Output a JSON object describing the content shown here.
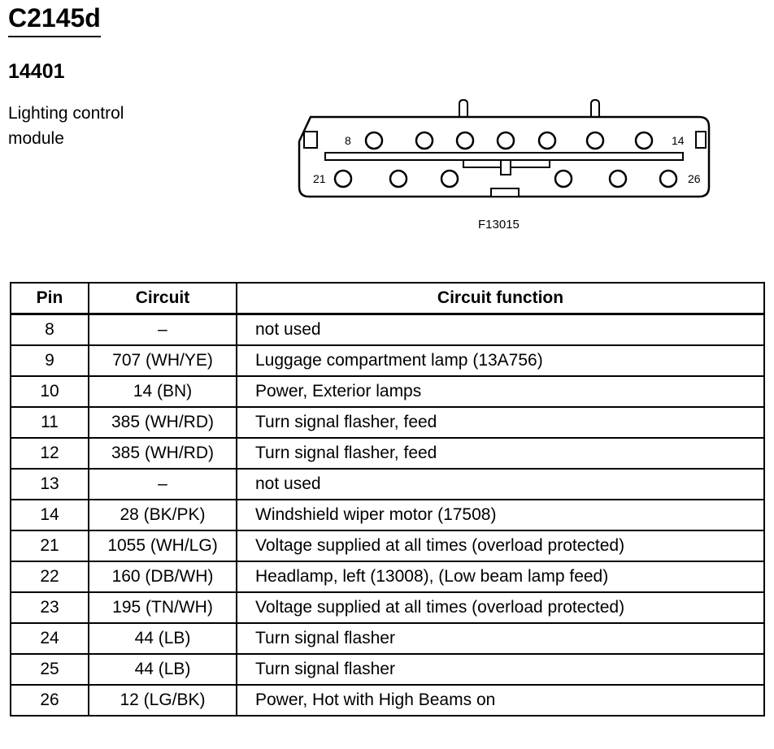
{
  "header": {
    "connector_id": "C2145d",
    "part_number": "14401",
    "description_line1": "Lighting control",
    "description_line2": "module"
  },
  "diagram": {
    "figure_code": "F13015",
    "top_row_first_pin": "8",
    "top_row_last_pin": "14",
    "bottom_row_first_pin": "21",
    "bottom_row_last_pin": "26"
  },
  "table": {
    "headers": [
      "Pin",
      "Circuit",
      "Circuit function"
    ],
    "rows": [
      {
        "pin": "8",
        "circuit": "–",
        "function": "not used"
      },
      {
        "pin": "9",
        "circuit": "707 (WH/YE)",
        "function": "Luggage compartment lamp (13A756)"
      },
      {
        "pin": "10",
        "circuit": "14 (BN)",
        "function": "Power, Exterior lamps"
      },
      {
        "pin": "11",
        "circuit": "385 (WH/RD)",
        "function": "Turn signal flasher, feed"
      },
      {
        "pin": "12",
        "circuit": "385 (WH/RD)",
        "function": "Turn signal flasher, feed"
      },
      {
        "pin": "13",
        "circuit": "–",
        "function": "not used"
      },
      {
        "pin": "14",
        "circuit": "28 (BK/PK)",
        "function": "Windshield wiper motor (17508)"
      },
      {
        "pin": "21",
        "circuit": "1055 (WH/LG)",
        "function": "Voltage supplied at all times (overload protected)"
      },
      {
        "pin": "22",
        "circuit": "160 (DB/WH)",
        "function": "Headlamp, left (13008), (Low beam lamp feed)"
      },
      {
        "pin": "23",
        "circuit": "195 (TN/WH)",
        "function": "Voltage supplied at all times (overload protected)"
      },
      {
        "pin": "24",
        "circuit": "44 (LB)",
        "function": "Turn signal flasher"
      },
      {
        "pin": "25",
        "circuit": "44 (LB)",
        "function": "Turn signal flasher"
      },
      {
        "pin": "26",
        "circuit": "12 (LG/BK)",
        "function": "Power, Hot with High Beams on"
      }
    ]
  }
}
